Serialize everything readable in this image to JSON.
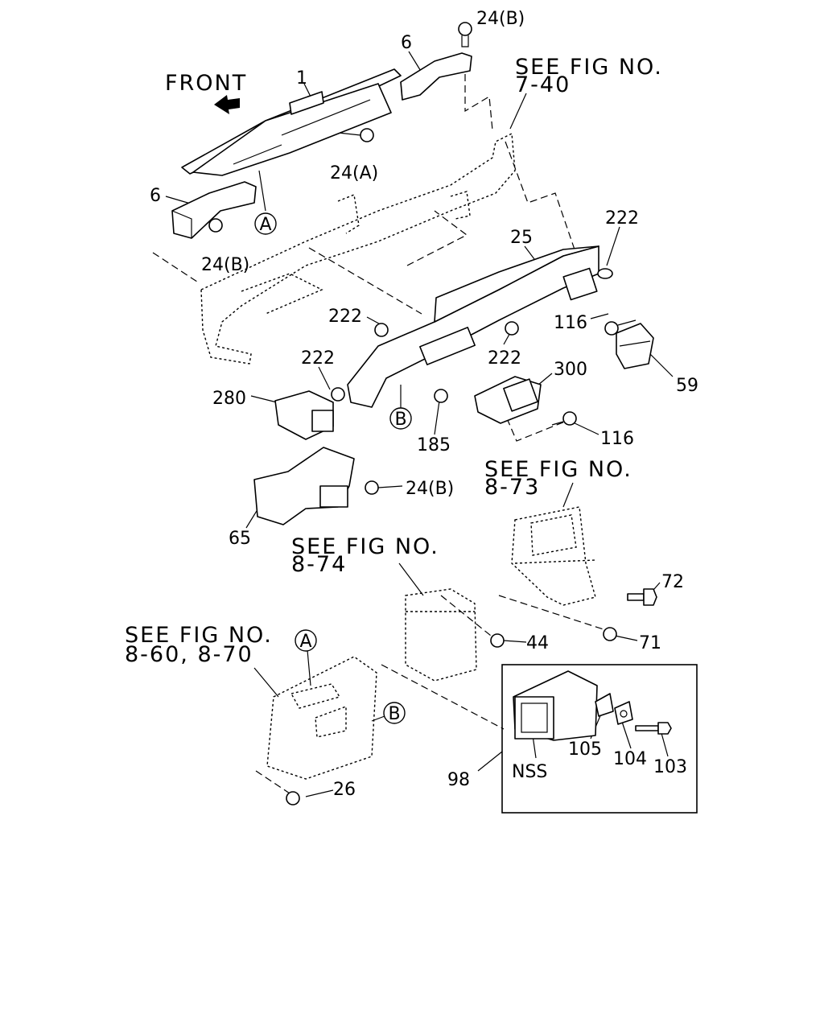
{
  "front_label": "FRONT",
  "callouts": {
    "c24b_top": "24(B)",
    "c6_top": "6",
    "c1": "1",
    "c24a": "24(A)",
    "c6_left": "6",
    "c24b_left": "24(B)",
    "c222_right": "222",
    "c25": "25",
    "c116_right": "116",
    "c59": "59",
    "c222_mid": "222",
    "c222_center": "222",
    "c222_left": "222",
    "c280": "280",
    "c185": "185",
    "c300": "300",
    "c116_low": "116",
    "c24b_mid": "24(B)",
    "c65": "65",
    "c72": "72",
    "c71": "71",
    "c44": "44",
    "c26": "26",
    "c98": "98",
    "nss": "NSS",
    "c105": "105",
    "c104": "104",
    "c103": "103"
  },
  "circle_markers": {
    "a_top": "A",
    "b_mid": "B",
    "a_low": "A",
    "b_low": "B"
  },
  "references": {
    "fig_7_40": {
      "line1": "SEE FIG NO.",
      "line2": "7-40"
    },
    "fig_8_73": {
      "line1": "SEE FIG NO.",
      "line2": "8-73"
    },
    "fig_8_74": {
      "line1": "SEE FIG NO.",
      "line2": "8-74"
    },
    "fig_8_60": {
      "line1": "SEE FIG NO.",
      "line2": "8-60, 8-70"
    }
  }
}
